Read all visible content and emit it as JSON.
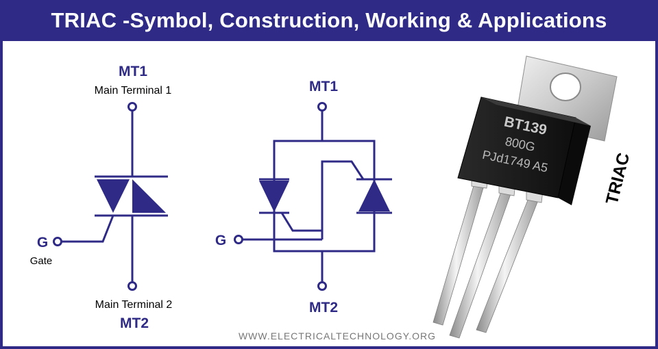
{
  "title": "TRIAC -Symbol, Construction, Working & Applications",
  "symbol": {
    "mt1_label": "MT1",
    "mt1_desc": "Main Terminal 1",
    "mt2_label": "MT2",
    "mt2_desc": "Main Terminal 2",
    "gate_label": "G",
    "gate_desc": "Gate"
  },
  "equivalent": {
    "mt1_label": "MT1",
    "mt2_label": "MT2",
    "gate_label": "G"
  },
  "package": {
    "line1": "BT139",
    "line2": "800G",
    "line3": "PJd1749 A5",
    "side_label": "TRIAC"
  },
  "watermark": "WWW.ELECTRICALTECHNOLOGY.ORG",
  "colors": {
    "frame": "#2e2a86",
    "circuit": "#2e2a86",
    "text": "#000000",
    "package_body": "#1b1b1b",
    "metal": "#c9c9c9"
  }
}
